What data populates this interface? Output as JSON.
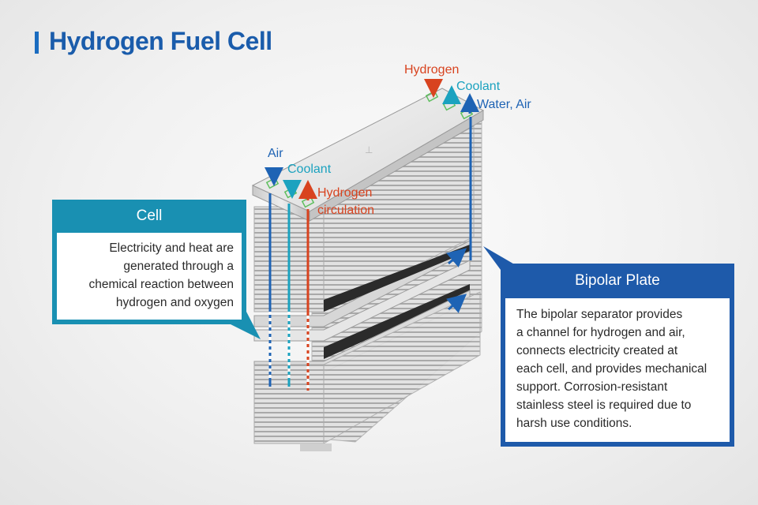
{
  "title": "Hydrogen Fuel Cell",
  "labels": {
    "top_hydrogen": "Hydrogen",
    "top_coolant": "Coolant",
    "top_water_air": "Water, Air",
    "left_air": "Air",
    "left_coolant": "Coolant",
    "hydrogen_circulation_line1": "Hydrogen",
    "hydrogen_circulation_line2": "circulation"
  },
  "cell_callout": {
    "heading": "Cell",
    "lines": [
      "Electricity and heat are",
      "generated through a",
      "chemical reaction between",
      "hydrogen and oxygen"
    ]
  },
  "bipolar_callout": {
    "heading": "Bipolar Plate",
    "lines": [
      "The bipolar separator provides",
      "a channel for hydrogen and air,",
      "connects electricity created at",
      "each cell, and provides mechanical",
      "support. Corrosion-resistant",
      "stainless steel is required due to",
      "harsh use conditions."
    ]
  },
  "colors": {
    "hydrogen": "#d8431f",
    "coolant": "#1ba2bf",
    "air": "#1e63b4",
    "title": "#1a5cab"
  }
}
